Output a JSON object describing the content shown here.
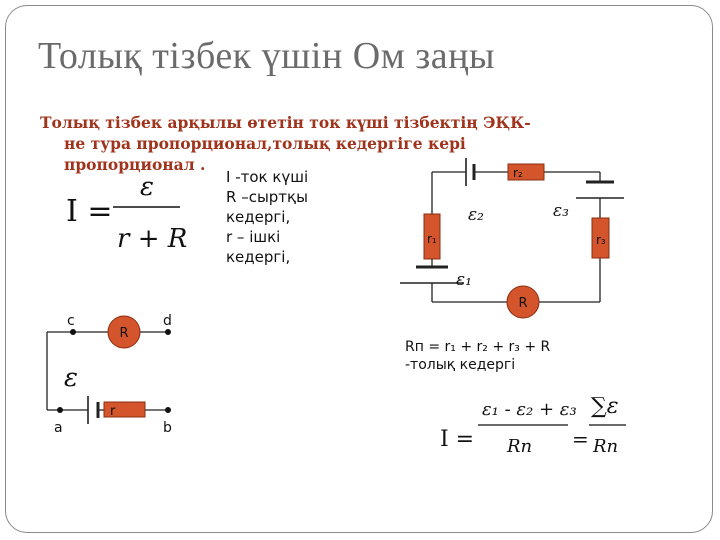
{
  "title": "Толық  тізбек үшін Ом заңы",
  "subtitle": {
    "line1": "Толық тізбек арқылы өтетін ток күші тізбектің ЭҚК-",
    "line2": "не тура пропорционал,толық кедергіге кері",
    "line3": "пропорционал ."
  },
  "legend": {
    "current": "I -ток күші",
    "r_ext_1": "R –сыртқы",
    "r_ext_2": "кедергі,",
    "r_int_1": "r – ішкі",
    "r_int_2": "кедергі,"
  },
  "formula1": {
    "lhs": "I =",
    "numerator": "ε",
    "denominator": "r + R"
  },
  "circuit_left": {
    "node_c": "c",
    "node_d": "d",
    "node_a": "a",
    "node_b": "b",
    "resistor_R": "R",
    "resistor_r": "r",
    "emf": "ε"
  },
  "circuit_right": {
    "r1": "r₁",
    "r2": "r₂",
    "r3": "r₃",
    "R": "R",
    "emf1": "ε₁",
    "emf2": "ε₂",
    "emf3": "ε₃"
  },
  "total_resistance": {
    "line1": "Rп = r₁ + r₂ + r₃  + R",
    "line2": "-толық кедергі"
  },
  "formula2": {
    "lhs": "I =",
    "numerator": "ε₁ - ε₂ + ε₃",
    "denominator": "Rп",
    "equals": "=",
    "numerator2": "∑ε",
    "denominator2": "Rп"
  },
  "colors": {
    "accent": "#d4552b",
    "title": "#6b6b6b",
    "subtitle": "#a0331b"
  }
}
